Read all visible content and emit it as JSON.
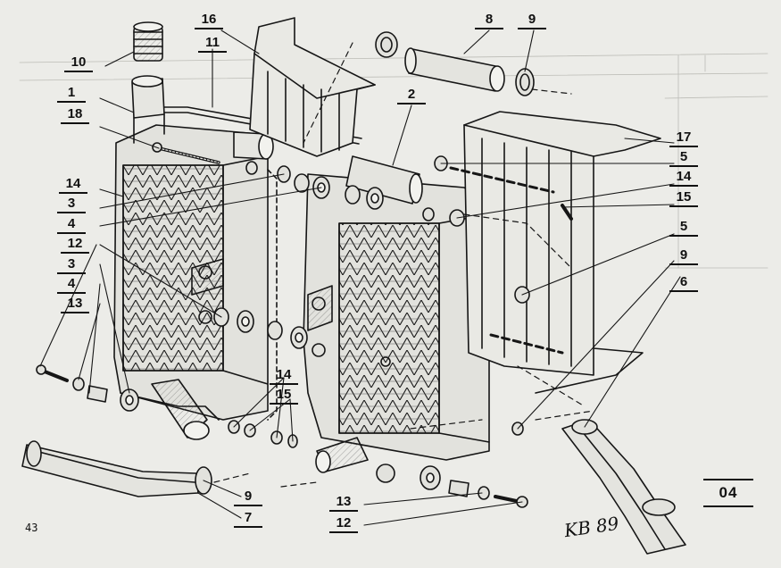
{
  "diagram": {
    "callouts": [
      {
        "id": "c10",
        "text": "10"
      },
      {
        "id": "c1",
        "text": "1"
      },
      {
        "id": "c18",
        "text": "18"
      },
      {
        "id": "c14a",
        "text": "14"
      },
      {
        "id": "c3a",
        "text": "3"
      },
      {
        "id": "c4a",
        "text": "4"
      },
      {
        "id": "c12a",
        "text": "12"
      },
      {
        "id": "c3b",
        "text": "3"
      },
      {
        "id": "c4b",
        "text": "4"
      },
      {
        "id": "c13a",
        "text": "13"
      },
      {
        "id": "c16",
        "text": "16"
      },
      {
        "id": "c11",
        "text": "11"
      },
      {
        "id": "c8",
        "text": "8"
      },
      {
        "id": "c9a",
        "text": "9"
      },
      {
        "id": "c2",
        "text": "2"
      },
      {
        "id": "c17",
        "text": "17"
      },
      {
        "id": "c5a",
        "text": "5"
      },
      {
        "id": "c14b",
        "text": "14"
      },
      {
        "id": "c15a",
        "text": "15"
      },
      {
        "id": "c5b",
        "text": "5"
      },
      {
        "id": "c9b",
        "text": "9"
      },
      {
        "id": "c6",
        "text": "6"
      },
      {
        "id": "c14c",
        "text": "14"
      },
      {
        "id": "c15b",
        "text": "15"
      },
      {
        "id": "c9c",
        "text": "9"
      },
      {
        "id": "c7",
        "text": "7"
      },
      {
        "id": "c13b",
        "text": "13"
      },
      {
        "id": "c12b",
        "text": "12"
      }
    ],
    "diagram_id": "04",
    "page_number": "43",
    "signature": "KB 89"
  }
}
